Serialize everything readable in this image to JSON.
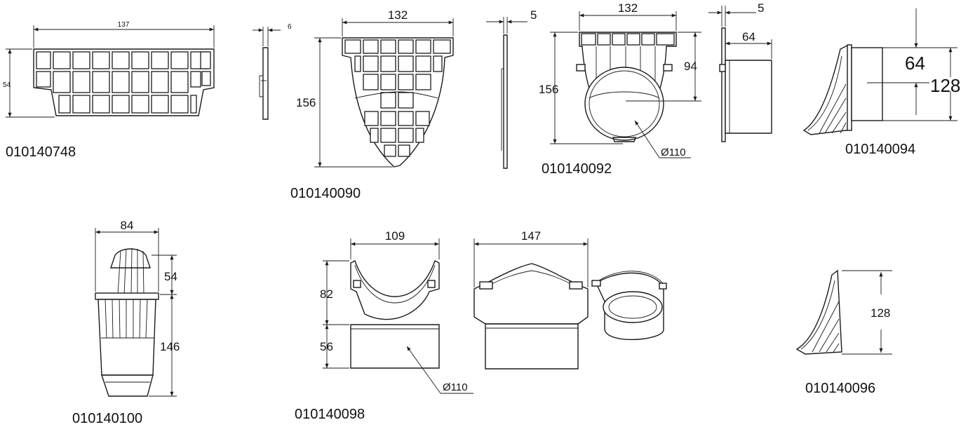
{
  "parts": [
    {
      "code": "010140748",
      "dims": {
        "width": "137",
        "height": "54",
        "thickness": "6"
      }
    },
    {
      "code": "010140090",
      "dims": {
        "width": "132",
        "height": "156",
        "thickness": "5"
      }
    },
    {
      "code": "010140092",
      "dims": {
        "width": "132",
        "height": "156",
        "upper": "94",
        "diameter": "Ø110",
        "thickness": "5",
        "depth": "64"
      }
    },
    {
      "code": "010140094",
      "dims": {
        "upper": "64",
        "total": "128"
      }
    },
    {
      "code": "010140100",
      "dims": {
        "width": "84",
        "top": "54",
        "bottom": "146"
      }
    },
    {
      "code": "010140098",
      "dims": {
        "width": "109",
        "width2": "147",
        "upper": "82",
        "lower": "56",
        "diameter": "Ø110"
      }
    },
    {
      "code": "010140096",
      "dims": {
        "height": "128"
      }
    }
  ]
}
